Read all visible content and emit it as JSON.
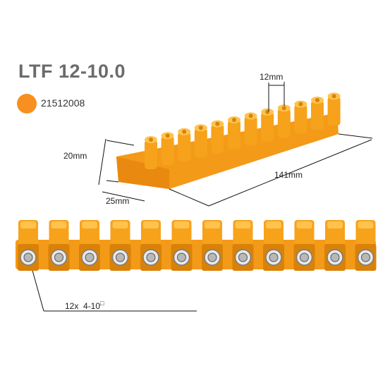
{
  "product": {
    "title": "LTF 12-10.0",
    "color_code": "21512008",
    "color": "#f7901e"
  },
  "dimensions": {
    "pitch": "12mm",
    "height": "20mm",
    "length": "141mm",
    "depth": "25mm"
  },
  "spec": {
    "text": "12x  4-10",
    "unit_mark": "□",
    "poles": 12
  },
  "colors": {
    "body": "#f7a21b",
    "body_dark": "#d9820a",
    "body_light": "#ffc34d",
    "metal": "#b8b8b8",
    "line": "#111111"
  }
}
